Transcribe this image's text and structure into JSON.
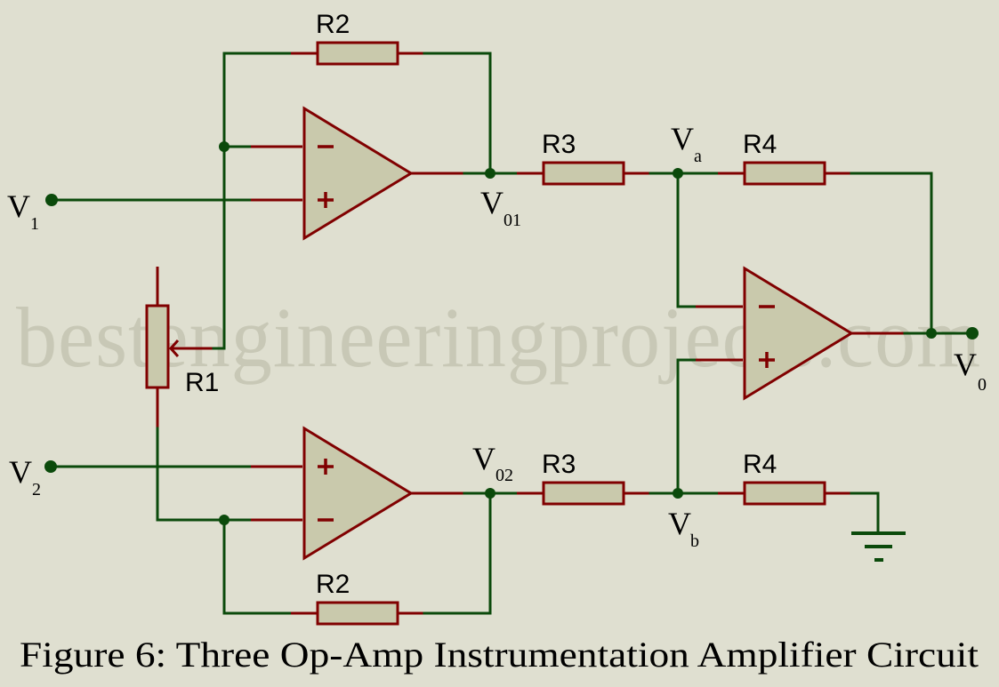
{
  "figure": {
    "caption": "Figure 6: Three Op-Amp Instrumentation Amplifier Circuit",
    "watermark": "bestengineeringprojects.com"
  },
  "colors": {
    "background": "#dfdfd0",
    "wire": "#0b4a0b",
    "component_outline": "#800000",
    "component_fill": "#c9c9ac",
    "watermark": "#c6c6b4"
  },
  "components": {
    "r1": {
      "label": "R1",
      "type": "potentiometer"
    },
    "r2_top": {
      "label": "R2",
      "type": "resistor"
    },
    "r2_bottom": {
      "label": "R2",
      "type": "resistor"
    },
    "r3_top": {
      "label": "R3",
      "type": "resistor"
    },
    "r3_bottom": {
      "label": "R3",
      "type": "resistor"
    },
    "r4_top": {
      "label": "R4",
      "type": "resistor"
    },
    "r4_bottom": {
      "label": "R4",
      "type": "resistor"
    },
    "opamp_top": {
      "type": "op-amp",
      "inverting": "−",
      "non_inverting": "+"
    },
    "opamp_bottom": {
      "type": "op-amp",
      "inverting": "−",
      "non_inverting": "+"
    },
    "opamp_diff": {
      "type": "op-amp",
      "inverting": "−",
      "non_inverting": "+"
    },
    "ground": {
      "type": "ground"
    }
  },
  "nodes": {
    "v1": {
      "main": "V",
      "sub": "1"
    },
    "v2": {
      "main": "V",
      "sub": "2"
    },
    "v01": {
      "main": "V",
      "sub": "01"
    },
    "v02": {
      "main": "V",
      "sub": "02"
    },
    "va": {
      "main": "V",
      "sub": "a"
    },
    "vb": {
      "main": "V",
      "sub": "b"
    },
    "v0": {
      "main": "V",
      "sub": "0"
    }
  }
}
